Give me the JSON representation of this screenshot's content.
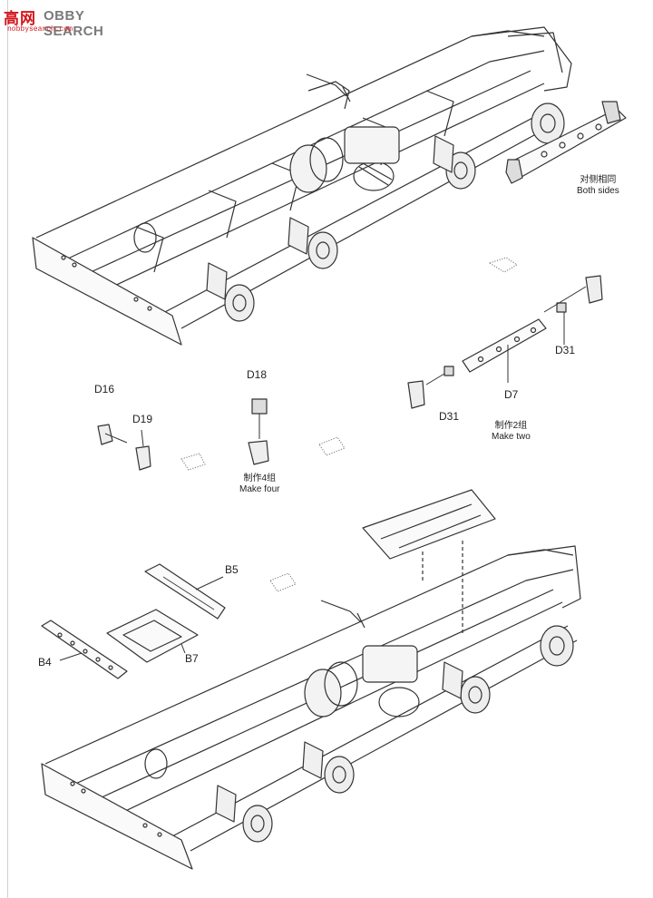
{
  "watermark": {
    "badge": "高",
    "badge2": "网",
    "brand": "OBBY SEARCH",
    "site": "nobbysearch.com"
  },
  "notes": {
    "both_sides_cn": "对侧相同",
    "both_sides_en": "Both sides",
    "make_two_cn": "制作2组",
    "make_two_en": "Make two",
    "make_four_cn": "制作4组",
    "make_four_en": "Make four"
  },
  "parts": {
    "d16": "D16",
    "d19": "D19",
    "d18": "D18",
    "d31_a": "D31",
    "d31_b": "D31",
    "d7": "D7",
    "b5": "B5",
    "b4": "B4",
    "b7": "B7"
  }
}
